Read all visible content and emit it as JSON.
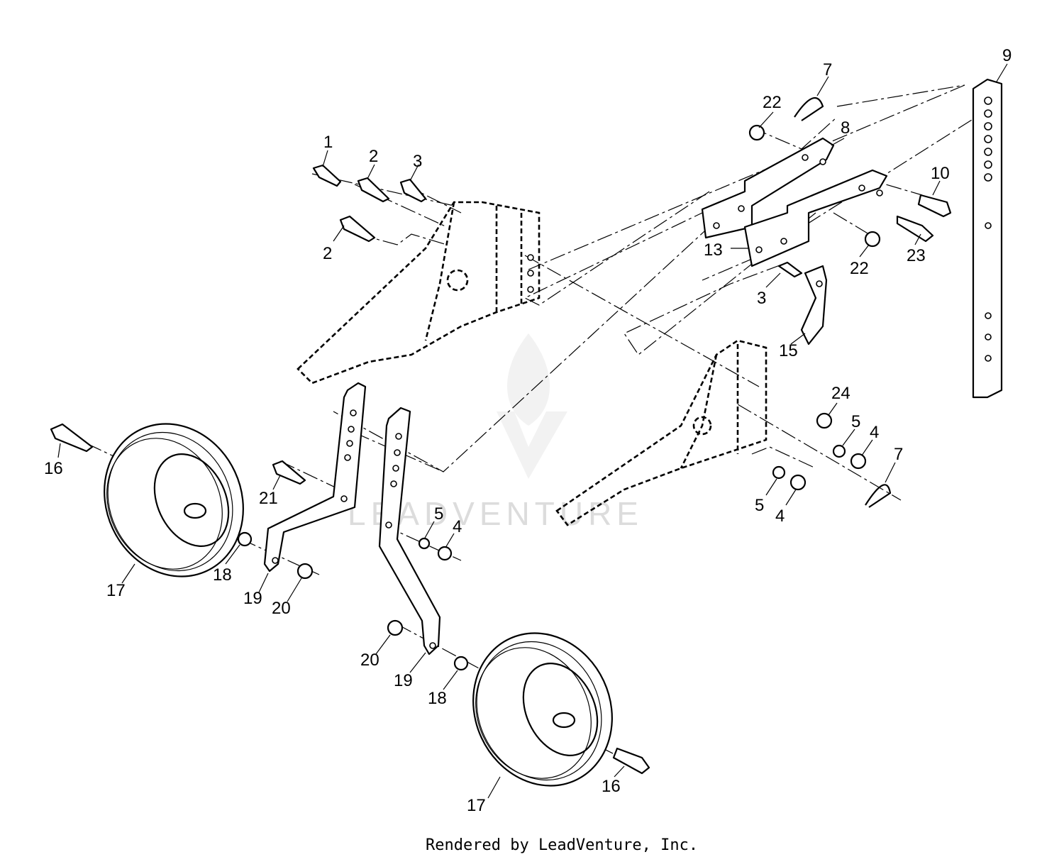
{
  "watermark": {
    "text": "LEADVENTURE"
  },
  "footer": {
    "text": "Rendered by LeadVenture, Inc."
  },
  "callouts": [
    "1",
    "2",
    "3",
    "2",
    "7",
    "22",
    "8",
    "9",
    "10",
    "13",
    "22",
    "23",
    "3",
    "15",
    "24",
    "5",
    "4",
    "7",
    "5",
    "4",
    "16",
    "21",
    "5",
    "4",
    "18",
    "17",
    "19",
    "20",
    "20",
    "19",
    "18",
    "17",
    "16"
  ]
}
